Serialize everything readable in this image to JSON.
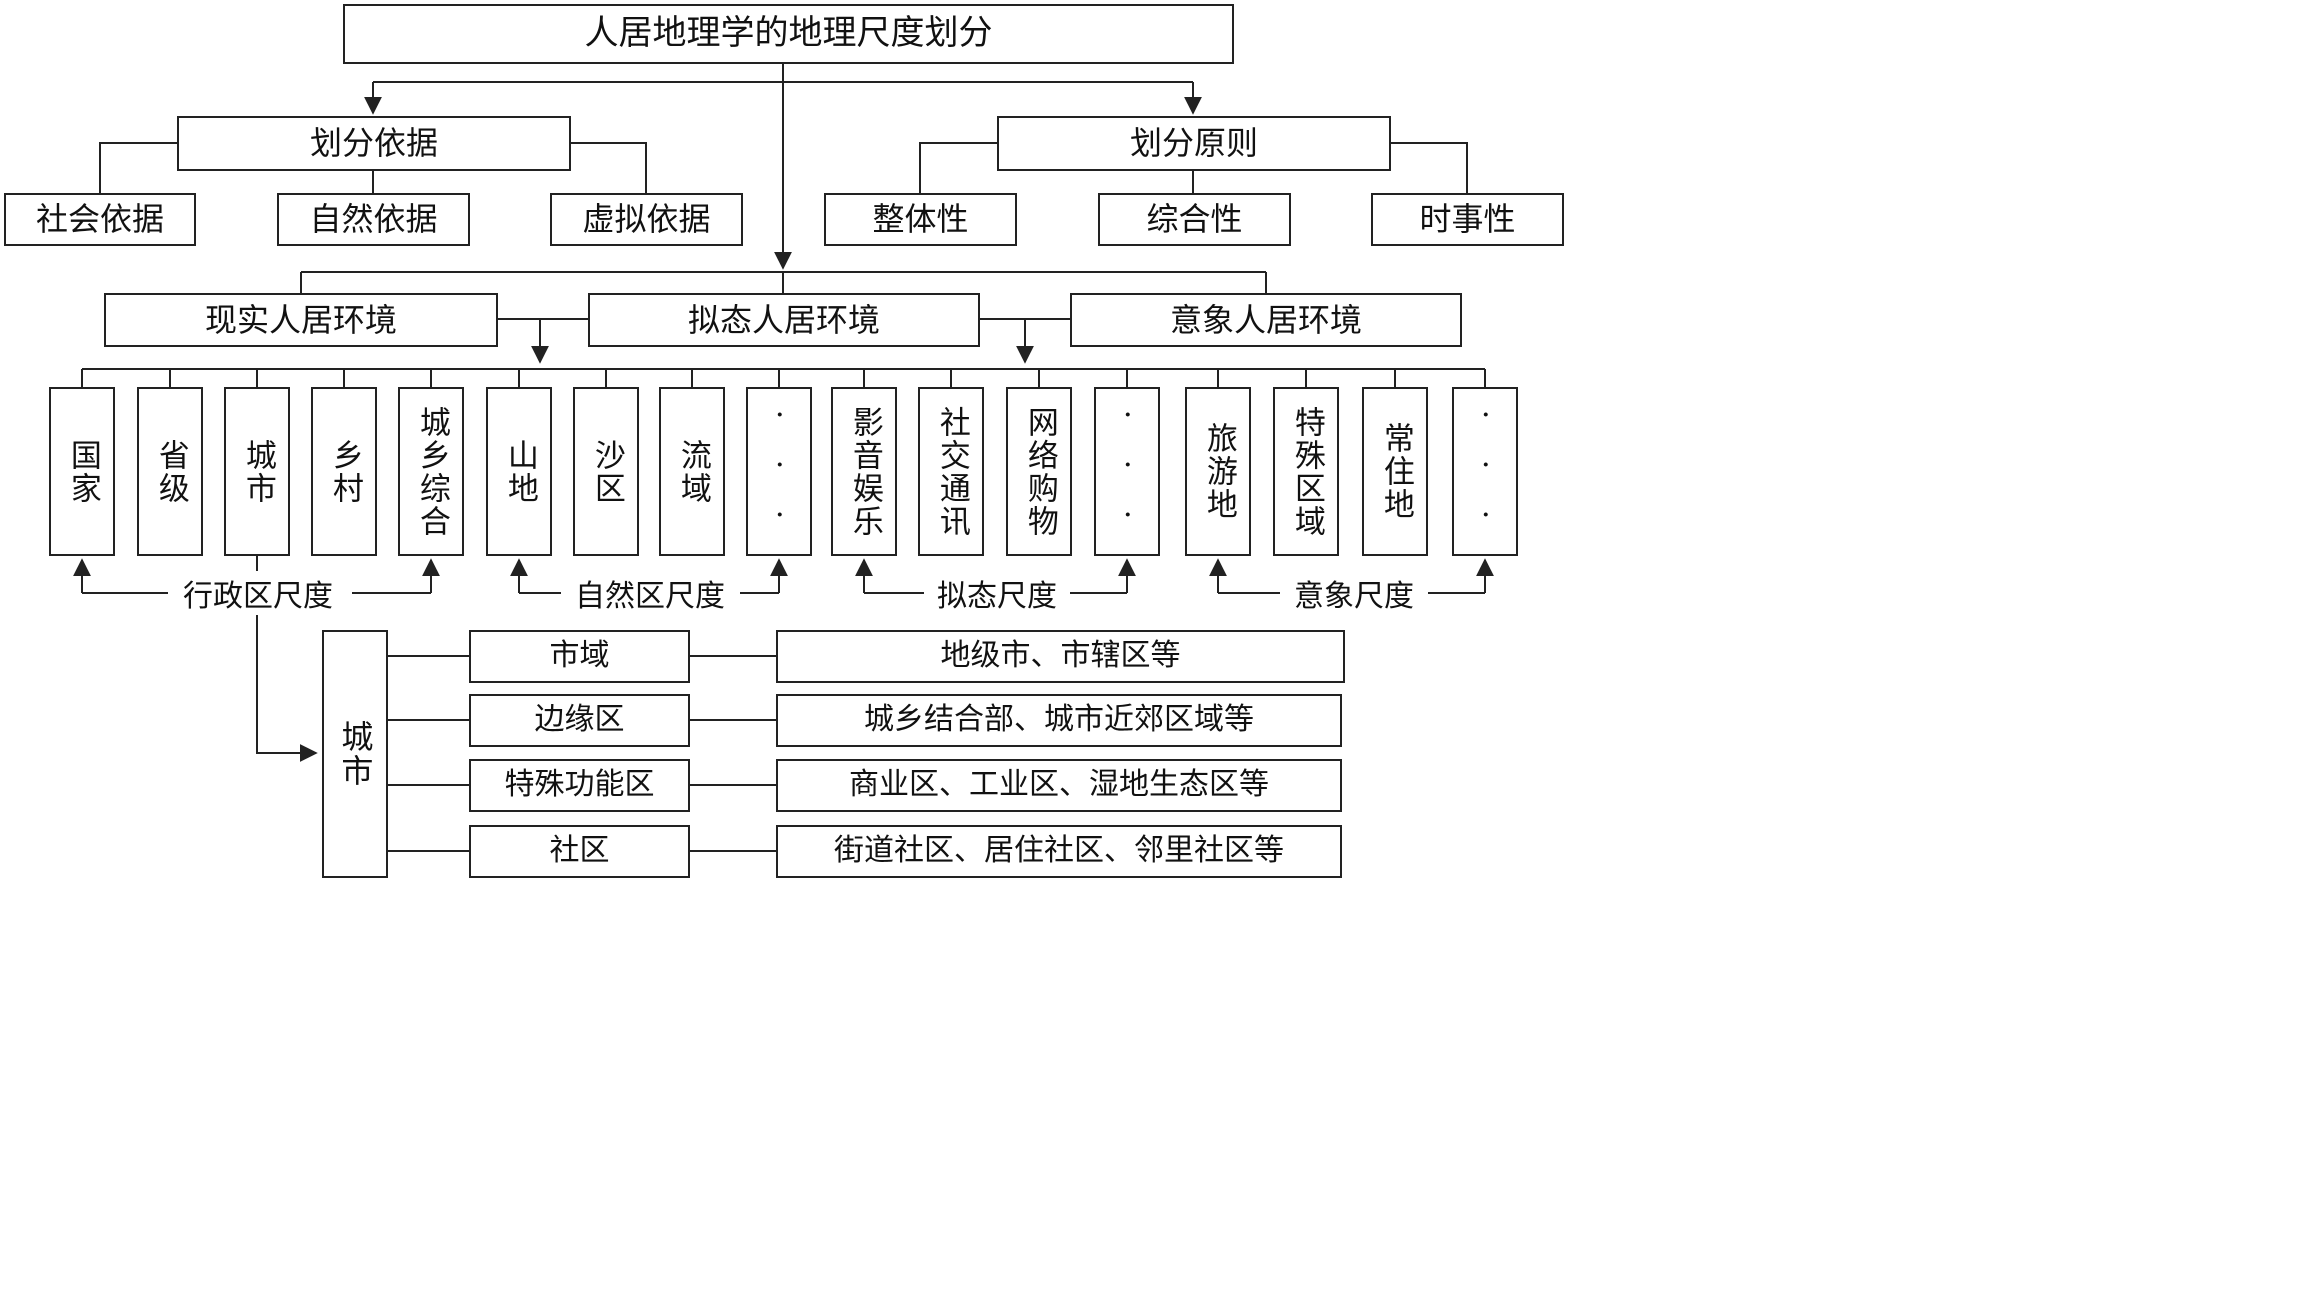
{
  "title": "人居地理学的地理尺度划分",
  "basis": {
    "label": "划分依据",
    "items": [
      "社会依据",
      "自然依据",
      "虚拟依据"
    ]
  },
  "principles": {
    "label": "划分原则",
    "items": [
      "整体性",
      "综合性",
      "时事性"
    ]
  },
  "environments": [
    "现实人居环境",
    "拟态人居环境",
    "意象人居环境"
  ],
  "scale_units": {
    "administrative": [
      "国家",
      "省级",
      "城市",
      "乡村",
      "城乡综合"
    ],
    "natural": [
      "山地",
      "沙区",
      "流域",
      "···"
    ],
    "mimetic": [
      "影音娱乐",
      "社交通讯",
      "网络购物",
      "···"
    ],
    "image": [
      "旅游地",
      "特殊区域",
      "常住地",
      "···"
    ]
  },
  "scale_labels": {
    "administrative": "行政区尺度",
    "natural": "自然区尺度",
    "mimetic": "拟态尺度",
    "image": "意象尺度"
  },
  "city": {
    "label": "城市",
    "levels": [
      {
        "name": "市域",
        "examples": "地级市、市辖区等"
      },
      {
        "name": "边缘区",
        "examples": "城乡结合部、城市近郊区域等"
      },
      {
        "name": "特殊功能区",
        "examples": "商业区、工业区、湿地生态区等"
      },
      {
        "name": "社区",
        "examples": "街道社区、居住社区、邻里社区等"
      }
    ]
  }
}
